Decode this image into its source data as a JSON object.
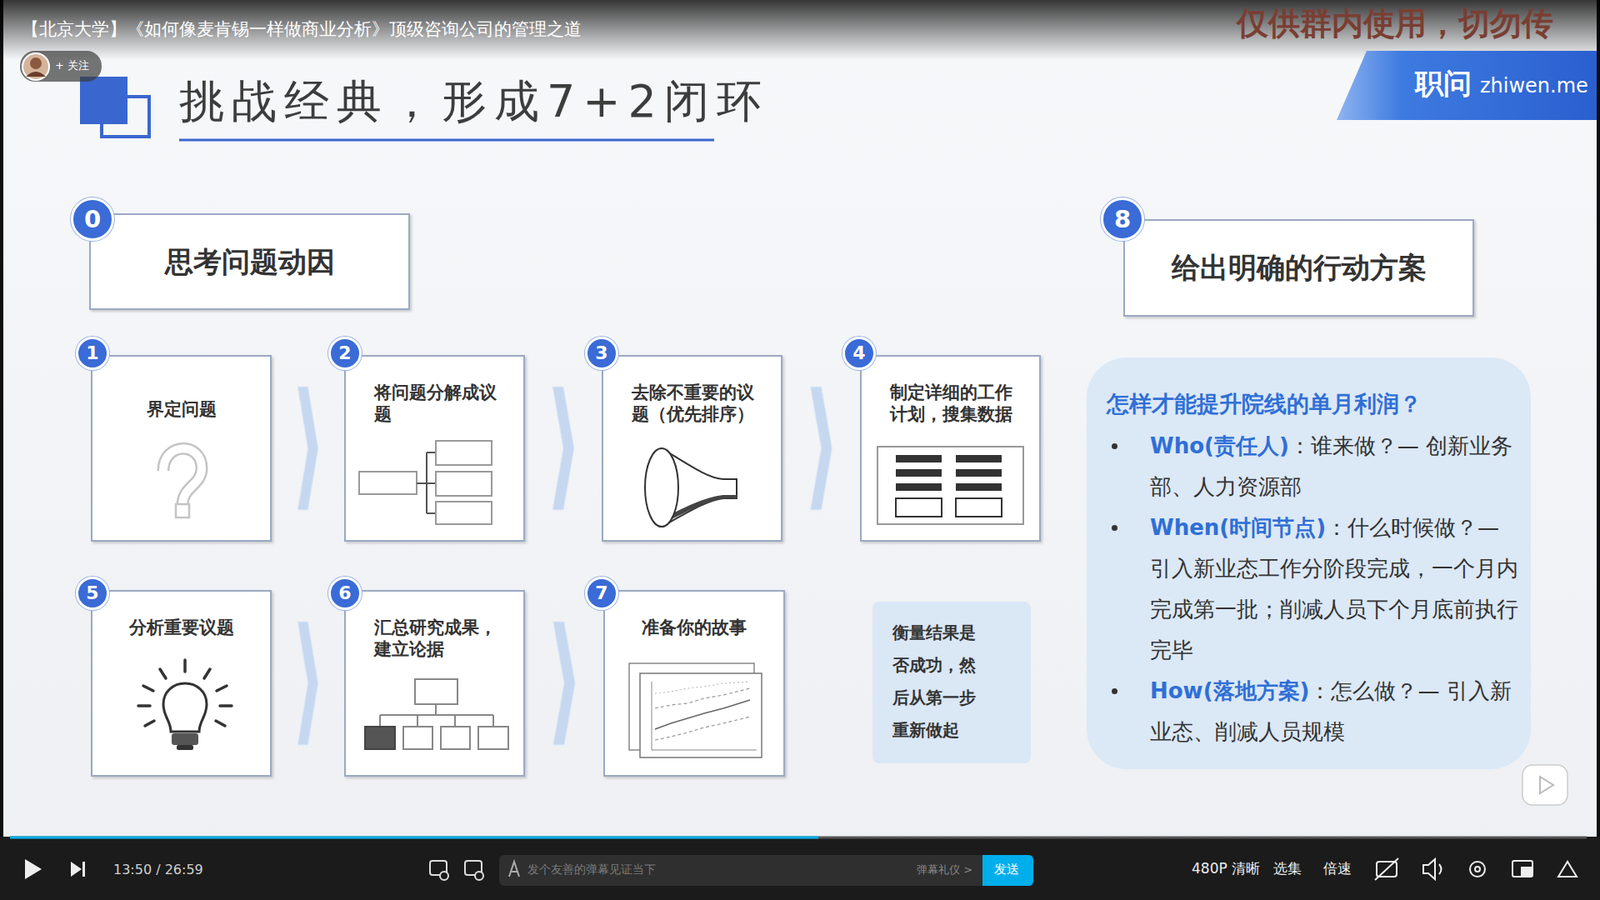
{
  "diagram": {
    "title": "挑战经典，形成7+2闭环",
    "nodes": [
      {
        "text": [
          "思考问题动因"
        ]
      },
      {
        "text": [
          "给出明确的行动方案"
        ]
      },
      {
        "text": [
          "界定问题"
        ]
      },
      {
        "text": [
          "将问题分解成议题"
        ]
      },
      {
        "text": [
          "去除不重要的议题（优先排序）"
        ]
      },
      {
        "text": [
          "制定详细的工作计划，搜集数据"
        ]
      },
      {
        "text": [
          "怎样才能提升院线的单月利润？",
          "Who(责任人)",
          "：谁来做？— 创新业务部、人力资源部",
          "When(时间节点)",
          "：什么时候做？— 引入新业态工作分阶段完成，一个月内完成第一批；削减人员下个月底前执行完毕",
          "How(落地方案)",
          "：怎么做？— 引入新业态、削减人员规模"
        ]
      },
      {
        "text": [
          "分析重要议题"
        ]
      },
      {
        "text": [
          "汇总研究成果，建立论据"
        ]
      },
      {
        "text": [
          "准备你的故事"
        ]
      },
      {
        "text": [
          "衡量结果是否成功，然后从第一步重新做起"
        ]
      }
    ],
    "edges": [
      {
        "from": 2,
        "to": 3,
        "arrow": "to"
      },
      {
        "from": 3,
        "to": 4,
        "arrow": "to"
      },
      {
        "from": 4,
        "to": 5,
        "arrow": "to"
      },
      {
        "from": 7,
        "to": 8,
        "arrow": "to"
      },
      {
        "from": 8,
        "to": 9,
        "arrow": "to"
      }
    ],
    "labels": [
      "【北京大学】《如何像麦肯锡一样做商业分析》顶级咨询公司的管理之道",
      "仅供群内使用，切勿传",
      "+ 关注",
      "职问",
      "zhiwen.me",
      "0",
      "8",
      "1",
      "2",
      "3",
      "4",
      "5",
      "6",
      "7",
      "13:50 / 26:59",
      "发个友善的弹幕见证当下",
      "弹幕礼仪 >",
      "发送",
      "480P 清晰",
      "选集",
      "倍速"
    ]
  }
}
